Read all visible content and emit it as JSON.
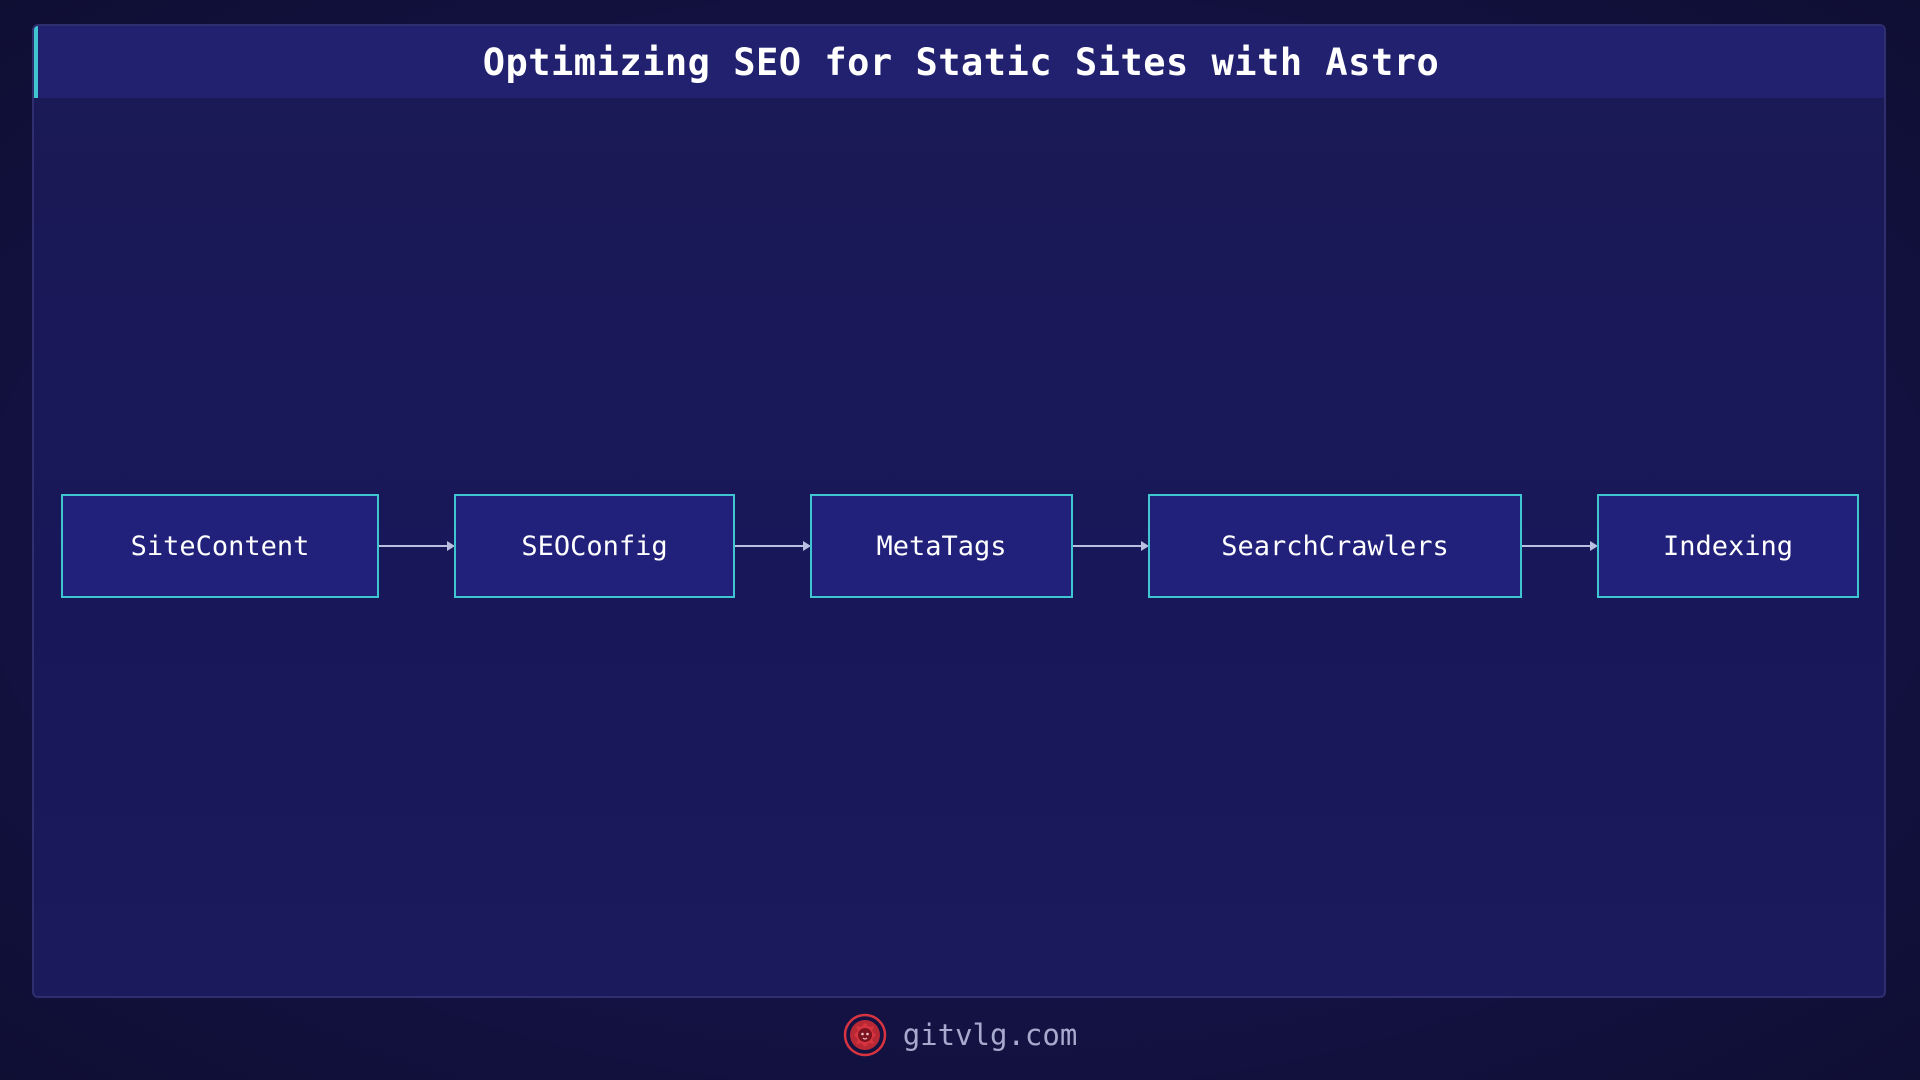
{
  "title": "Optimizing SEO for Static Sites with Astro",
  "nodes": [
    {
      "label": "SiteContent"
    },
    {
      "label": "SEOConfig"
    },
    {
      "label": "MetaTags"
    },
    {
      "label": "SearchCrawlers"
    },
    {
      "label": "Indexing"
    }
  ],
  "edges": [
    {
      "from": "SiteContent",
      "to": "SEOConfig"
    },
    {
      "from": "SEOConfig",
      "to": "MetaTags"
    },
    {
      "from": "MetaTags",
      "to": "SearchCrawlers"
    },
    {
      "from": "SearchCrawlers",
      "to": "Indexing"
    }
  ],
  "footer": {
    "site": "gitvlg.com",
    "logo_icon": "lion-icon"
  },
  "colors": {
    "background": "#141346",
    "title_bar": "#22216f",
    "accent": "#3fc6d0",
    "node_fill": "#21207a",
    "arrow": "#b9bfe0",
    "logo": "#d8343f"
  }
}
